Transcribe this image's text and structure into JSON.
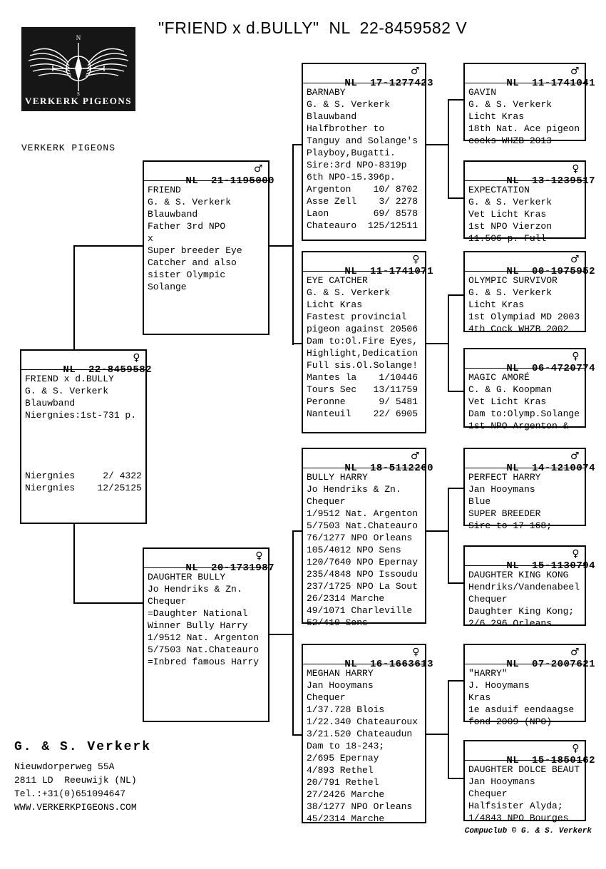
{
  "title": "\"FRIEND x d.BULLY\"  NL  22-8459582 V",
  "logo": {
    "brand": "VERKERK PIGEONS"
  },
  "brand_label": "VERKERK PIGEONS",
  "colors": {
    "paper": "#ffffff",
    "ink": "#000000",
    "logo_background": "#161616"
  },
  "boxes": {
    "subject": {
      "ring": "NL  22-8459582",
      "sex_symbol": "♀",
      "lines": [
        "FRIEND x d.BULLY",
        "G. & S. Verkerk",
        "Blauwband",
        "Niergnies:1st-731 p.",
        "",
        "",
        "",
        "",
        "Niergnies     2/ 4322",
        "Niergnies    12/25125"
      ]
    },
    "friend": {
      "ring": "NL  21-1195000",
      "sex_symbol": "♂",
      "lines": [
        "FRIEND",
        "G. & S. Verkerk",
        "Blauwband",
        "Father 3rd NPO",
        "x",
        "Super breeder Eye",
        "Catcher and also",
        "sister Olympic",
        "Solange"
      ]
    },
    "daughter_bully": {
      "ring": "NL  20-1731987",
      "sex_symbol": "♀",
      "lines": [
        "DAUGHTER BULLY",
        "Jo Hendriks & Zn.",
        "Chequer",
        "=Daughter National",
        "Winner Bully Harry",
        "1/9512 Nat. Argenton",
        "5/7503 Nat.Chateauro",
        "=Inbred famous Harry"
      ]
    },
    "barnaby": {
      "ring": "NL  17-1277423",
      "sex_symbol": "♂",
      "lines": [
        "BARNABY",
        "G. & S. Verkerk",
        "Blauwband",
        "Halfbrother to",
        "Tanguy and Solange's",
        "Playboy,Bugatti.",
        "Sire:3rd NPO-8319p",
        "6th NPO-15.396p.",
        "Argenton    10/ 8702",
        "Asse Zell    3/ 2278",
        "Laon        69/ 8578",
        "Chateauro  125/12511"
      ]
    },
    "eye_catcher": {
      "ring": "NL  11-1741071",
      "sex_symbol": "♀",
      "lines": [
        "EYE CATCHER",
        "G. & S. Verkerk",
        "Licht Kras",
        "Fastest provincial",
        "pigeon against 20506",
        "Dam to:Ol.Fire Eyes,",
        "Highlight,Dedication",
        "Full sis.Ol.Solange!",
        "Mantes la    1/10446",
        "Tours Sec   13/11759",
        "Peronne      9/ 5481",
        "Nanteuil    22/ 6905"
      ]
    },
    "bully_harry": {
      "ring": "NL  18-5112260",
      "sex_symbol": "♂",
      "lines": [
        "BULLY HARRY",
        "Jo Hendriks & Zn.",
        "Chequer",
        "1/9512 Nat. Argenton",
        "5/7503 Nat.Chateauro",
        "76/1277 NPO Orleans",
        "105/4012 NPO Sens",
        "120/7640 NPO Epernay",
        "235/4848 NPO Issoudu",
        "237/1725 NPO La Sout",
        "26/2314 Marche",
        "49/1071 Charleville",
        "52/410 Sens"
      ]
    },
    "meghan_harry": {
      "ring": "NL  16-1663613",
      "sex_symbol": "♀",
      "lines": [
        "MEGHAN HARRY",
        "Jan Hooymans",
        "Chequer",
        "1/37.728 Blois",
        "1/22.340 Chateauroux",
        "3/21.520 Chateaudun",
        "Dam to 18-243;",
        "2/695 Epernay",
        "4/893 Rethel",
        "20/791 Rethel",
        "27/2426 Marche",
        "38/1277 NPO Orleans",
        "45/2314 Marche"
      ]
    },
    "gavin": {
      "ring": "NL  11-1741041",
      "sex_symbol": "♂",
      "lines": [
        "GAVIN",
        "G. & S. Verkerk",
        "Licht Kras",
        "18th Nat. Ace pigeon",
        "cocks WHZB 2013"
      ]
    },
    "expectation": {
      "ring": "NL  13-1239517",
      "sex_symbol": "♀",
      "lines": [
        "EXPECTATION",
        "G. & S. Verkerk",
        "Vet Licht Kras",
        "1st NPO Vierzon",
        "11.506 p. Full"
      ]
    },
    "olympic_survivor": {
      "ring": "NL  00-1975952",
      "sex_symbol": "♂",
      "lines": [
        "OLYMPIC SURVIVOR",
        "G. & S. Verkerk",
        "Licht Kras",
        "1st Olympiad MD 2003",
        "4th Cock WHZB 2002"
      ]
    },
    "magic_amore": {
      "ring": "NL  06-4720774",
      "sex_symbol": "♀",
      "lines": [
        "MAGIC AMORÉ",
        "C. & G. Koopman",
        "Vet Licht Kras",
        "Dam to:Olymp.Solange",
        "1st NPO Argenton &"
      ]
    },
    "perfect_harry": {
      "ring": "NL  14-1210074",
      "sex_symbol": "♂",
      "lines": [
        "PERFECT HARRY",
        "Jan Hooymans",
        "Blue",
        "SUPER BREEDER",
        "Sire to 17-168;"
      ]
    },
    "daughter_king_kong": {
      "ring": "NL  15-1130794",
      "sex_symbol": "♀",
      "lines": [
        "DAUGHTER KING KONG",
        "Hendriks/Vandenabeel",
        "Chequer",
        "Daughter King Kong;",
        "2/6.296 Orleans"
      ]
    },
    "harry": {
      "ring": "NL  07-2007621",
      "sex_symbol": "♂",
      "lines": [
        "\"HARRY\"",
        "J. Hooymans",
        "Kras",
        "1e asduif eendaagse",
        "fond 2009 (NPO)"
      ]
    },
    "daughter_dolce_beaut": {
      "ring": "NL  15-1850162",
      "sex_symbol": "♀",
      "lines": [
        "DAUGHTER DOLCE BEAUT",
        "Jan Hooymans",
        "Chequer",
        "Halfsister Alyda;",
        "1/4843 NPO Bourges"
      ]
    }
  },
  "owner": {
    "name": "G. & S. Verkerk",
    "address": [
      "Nieuwdorperweg 55A",
      "2811 LD  Reeuwijk (NL)",
      "Tel.:+31(0)651094647",
      "WWW.VERKERKPIGEONS.COM"
    ]
  },
  "footer": "Compuclub © G. & S. Verkerk"
}
